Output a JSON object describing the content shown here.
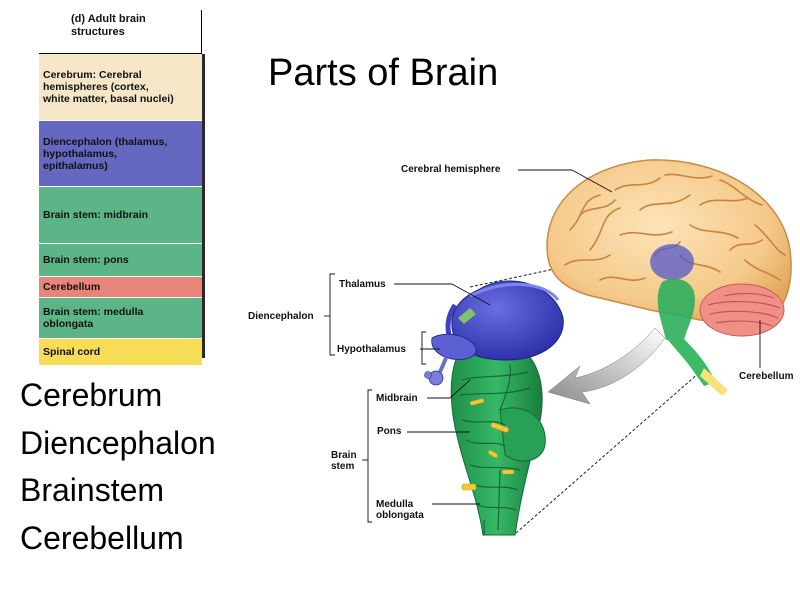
{
  "slide": {
    "title": "Parts of Brain"
  },
  "structure_table": {
    "header": "(d) Adult brain\nstructures",
    "rows": [
      {
        "label": "Cerebrum: Cerebral\nhemispheres (cortex,\nwhite matter, basal nuclei)",
        "color": "#f5e6c8"
      },
      {
        "label": "Diencephalon (thalamus,\nhypothalamus,\nepithalamus)",
        "color": "#6468c0"
      },
      {
        "label": "Brain stem: midbrain",
        "color": "#5cb586"
      },
      {
        "label": "Brain stem: pons",
        "color": "#5cb586"
      },
      {
        "label": "Cerebellum",
        "color": "#e8857a"
      },
      {
        "label": "Brain stem: medulla\noblongata",
        "color": "#5cb586"
      },
      {
        "label": "Spinal cord",
        "color": "#f7dc55"
      }
    ]
  },
  "part_list": [
    "Cerebrum",
    "Diencephalon",
    "Brainstem",
    "Cerebellum"
  ],
  "diagram": {
    "labels": {
      "cerebral_hemisphere": "Cerebral hemisphere",
      "thalamus": "Thalamus",
      "diencephalon": "Diencephalon",
      "hypothalamus": "Hypothalamus",
      "midbrain": "Midbrain",
      "pons": "Pons",
      "brain_stem": "Brain\nstem",
      "medulla": "Medulla\noblongata",
      "cerebellum": "Cerebellum"
    }
  }
}
